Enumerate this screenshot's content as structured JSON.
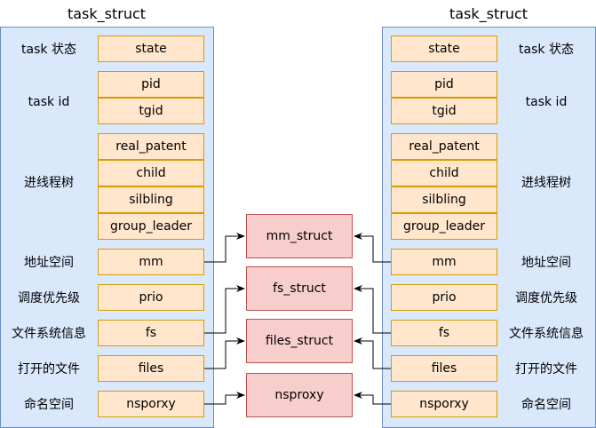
{
  "left": {
    "title": "task_struct",
    "fields": [
      "state",
      "pid",
      "tgid",
      "real_patent",
      "child",
      "silbling",
      "group_leader",
      "mm",
      "prio",
      "fs",
      "files",
      "nsporxy"
    ],
    "labels": [
      "task 状态",
      "task id",
      "进线程树",
      "地址空间",
      "调度优先级",
      "文件系统信息",
      "打开的文件",
      "命名空间"
    ]
  },
  "right": {
    "title": "task_struct",
    "fields": [
      "state",
      "pid",
      "tgid",
      "real_patent",
      "child",
      "silbling",
      "group_leader",
      "mm",
      "prio",
      "fs",
      "files",
      "nsporxy"
    ],
    "labels": [
      "task 状态",
      "task id",
      "进线程树",
      "地址空间",
      "调度优先级",
      "文件系统信息",
      "打开的文件",
      "命名空间"
    ]
  },
  "center": [
    "mm_struct",
    "fs_struct",
    "files_struct",
    "nsproxy"
  ],
  "colors": {
    "panel": "#dae8fc",
    "field": "#ffe6cc",
    "shared": "#f8cecc",
    "line": "#000000"
  }
}
